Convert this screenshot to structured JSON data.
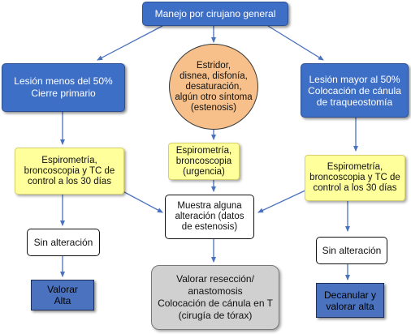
{
  "nodes": {
    "root": {
      "lines": [
        "Manejo por cirujano general"
      ]
    },
    "left": {
      "lines": [
        "Lesión menos del 50%",
        "Cierre primario"
      ]
    },
    "circle": {
      "lines": [
        "Estridor,",
        "disnea, disfonía,",
        "desaturación,",
        "algún otro síntoma",
        "(estenosis)"
      ]
    },
    "right": {
      "lines": [
        "Lesión mayor al 50%",
        "Colocación de cánula",
        "de traqueostomía"
      ]
    },
    "yl": {
      "lines": [
        "Espirometría,",
        "broncoscopia y TC de",
        "control a los 30 días"
      ]
    },
    "ym": {
      "lines": [
        "Espirometría,",
        "broncoscopia",
        "(urgencia)"
      ]
    },
    "yr": {
      "lines": [
        "Espirometría,",
        "broncoscopia y TC de",
        "control a los 30 días"
      ]
    },
    "muestra": {
      "lines": [
        "Muestra alguna",
        "alteración (datos",
        "de estenosis)"
      ]
    },
    "sinl": {
      "lines": [
        "Sin alteración"
      ]
    },
    "sinr": {
      "lines": [
        "Sin alteración"
      ]
    },
    "valorar": {
      "lines": [
        "Valorar",
        "Alta"
      ]
    },
    "reseccion": {
      "lines": [
        "Valorar resección/",
        "anastomosis",
        "Colocación de cánula en T",
        "(cirugía de tórax)"
      ]
    },
    "decanular": {
      "lines": [
        "Decanular y",
        "valorar alta"
      ]
    }
  },
  "colors": {
    "blue": "#3e6fc6",
    "yellow": "#ffff9c",
    "orange": "#f7c08a",
    "gray": "#d0d0d0",
    "arrow": "#4a72bf"
  }
}
